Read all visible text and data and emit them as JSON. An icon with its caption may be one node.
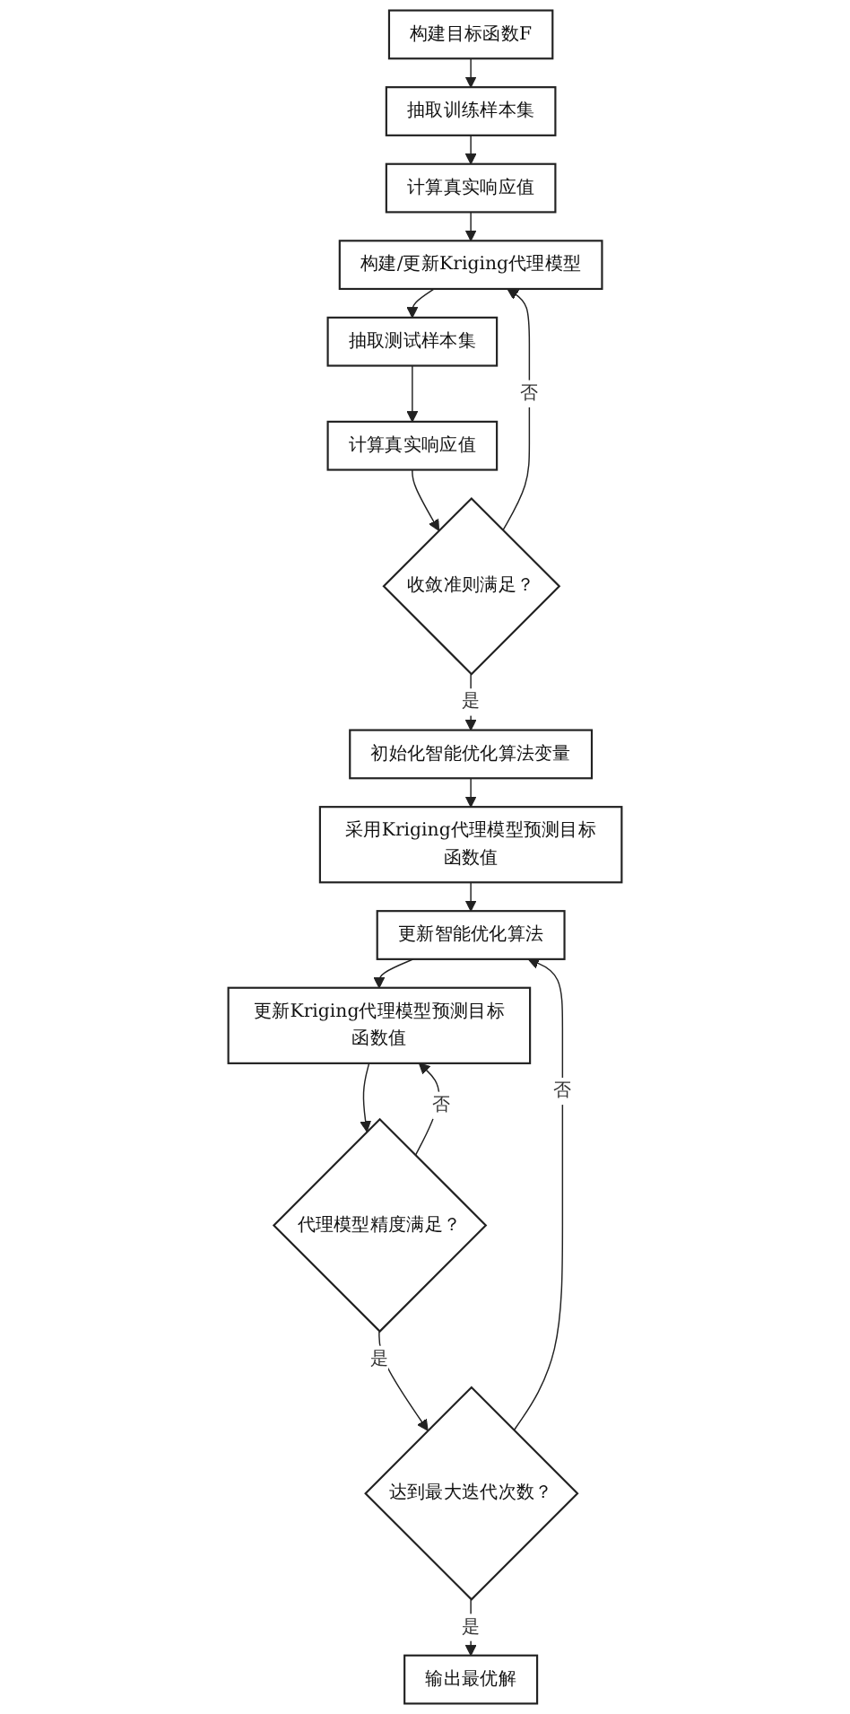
{
  "diagram": {
    "nodes": [
      {
        "text": [
          "构建目标函数F"
        ]
      },
      {
        "text": [
          "抽取训练样本集"
        ]
      },
      {
        "text": [
          "计算真实响应值"
        ]
      },
      {
        "text": [
          "构建/更新Kriging代理模型"
        ]
      },
      {
        "text": [
          "抽取测试样本集"
        ]
      },
      {
        "text": [
          "计算真实响应值"
        ]
      },
      {
        "text": [
          "收敛准则满足？"
        ]
      },
      {
        "text": [
          "初始化智能优化算法变量"
        ]
      },
      {
        "text": [
          "采用Kriging代理模型预测目标函数值"
        ]
      },
      {
        "text": [
          "更新智能优化算法"
        ]
      },
      {
        "text": [
          "更新Kriging代理模型预测目标函数值"
        ]
      },
      {
        "text": [
          "代理模型精度满足？"
        ]
      },
      {
        "text": [
          "达到最大迭代次数？"
        ]
      },
      {
        "text": [
          "输出最优解"
        ]
      }
    ],
    "edges": [
      {
        "from": 0,
        "to": 1,
        "arrow": "to"
      },
      {
        "from": 1,
        "to": 2,
        "arrow": "to"
      },
      {
        "from": 2,
        "to": 3,
        "arrow": "to"
      },
      {
        "from": 3,
        "to": 4,
        "arrow": "to"
      },
      {
        "from": 4,
        "to": 5,
        "arrow": "to"
      },
      {
        "from": 5,
        "to": 6,
        "arrow": "to"
      },
      {
        "from": 6,
        "to": 3,
        "arrow": "to",
        "label": "否"
      },
      {
        "from": 6,
        "to": 7,
        "arrow": "to",
        "label": "是"
      },
      {
        "from": 7,
        "to": 8,
        "arrow": "to"
      },
      {
        "from": 8,
        "to": 9,
        "arrow": "to"
      },
      {
        "from": 9,
        "to": 10,
        "arrow": "to"
      },
      {
        "from": 10,
        "to": 11,
        "arrow": "to"
      },
      {
        "from": 11,
        "to": 10,
        "arrow": "to",
        "label": "否"
      },
      {
        "from": 11,
        "to": 12,
        "arrow": "to",
        "label": "是"
      },
      {
        "from": 12,
        "to": 9,
        "arrow": "to",
        "label": "否"
      },
      {
        "from": 12,
        "to": 13,
        "arrow": "to",
        "label": "是"
      }
    ]
  }
}
